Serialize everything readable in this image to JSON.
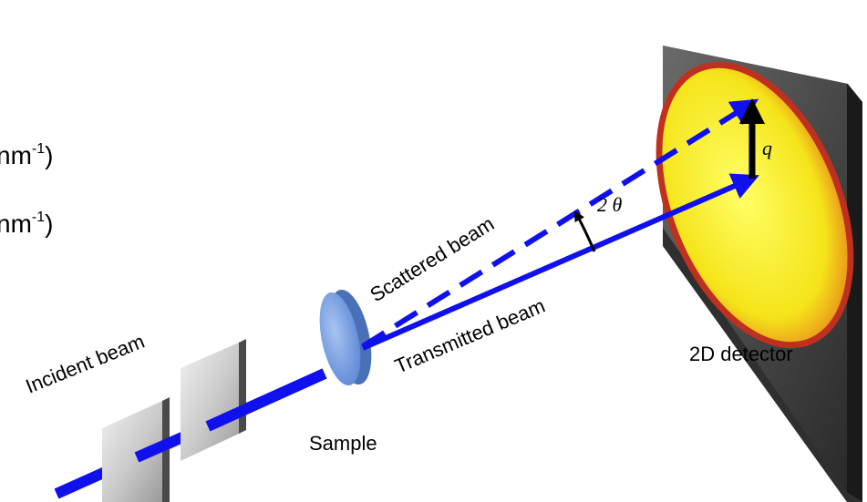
{
  "side_text": [
    {
      "base": "nm",
      "sup": "-1",
      "close": ")"
    },
    {
      "base": "nm",
      "sup": "-1",
      "close": ")"
    }
  ],
  "labels": {
    "incident_beam": "Incident beam",
    "sample": "Sample",
    "scattered_beam": "Scattered beam",
    "transmitted_beam": "Transmitted beam",
    "angle": "2 θ",
    "q": "q",
    "detector": "2D detector"
  },
  "colors": {
    "beam": "#1010ee",
    "sample": "#6f9be0",
    "detector_frame": "#3b3b3b",
    "detector_ring": "#c0301f",
    "detector_fill": "#ffff30"
  }
}
